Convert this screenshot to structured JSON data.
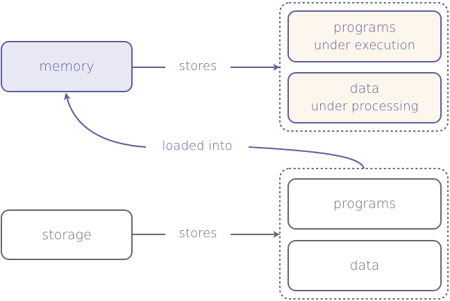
{
  "colors": {
    "memory_accent": "#5c5c9e",
    "memory_fill": "#e8e8f4",
    "cream_fill": "#fdf6ec",
    "storage_accent": "#666666"
  },
  "nodes": {
    "memory": "memory",
    "storage": "storage",
    "memory_group": [
      {
        "title": "programs",
        "subtitle": "under execution"
      },
      {
        "title": "data",
        "subtitle": "under processing"
      }
    ],
    "storage_group": [
      {
        "title": "programs"
      },
      {
        "title": "data"
      }
    ]
  },
  "edges": {
    "memory_stores": "stores",
    "storage_stores": "stores",
    "loaded_into": "loaded into"
  }
}
